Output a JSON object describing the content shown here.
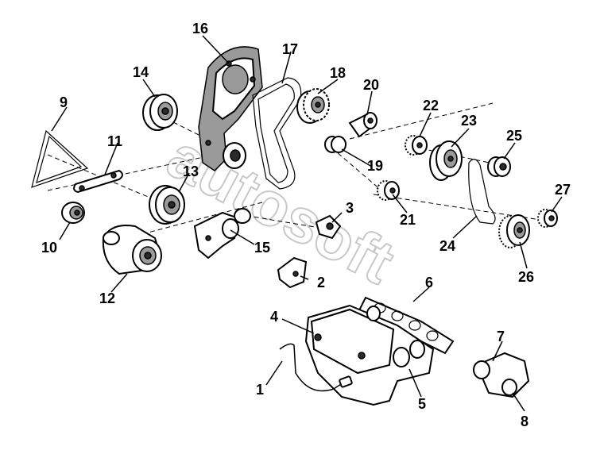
{
  "watermark": "autosoft",
  "labels": [
    "1",
    "2",
    "3",
    "4",
    "5",
    "6",
    "7",
    "8",
    "9",
    "10",
    "11",
    "12",
    "13",
    "14",
    "15",
    "16",
    "17",
    "18",
    "19",
    "20",
    "21",
    "22",
    "23",
    "24",
    "25",
    "26",
    "27"
  ]
}
